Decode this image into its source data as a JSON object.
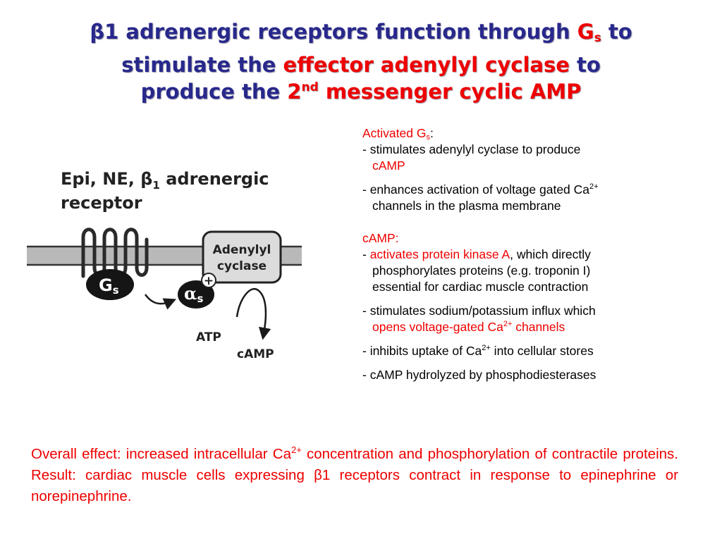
{
  "title": {
    "beta": "β",
    "part1": "1 adrenergic receptors function through ",
    "g": "G",
    "g_sub": "s",
    "part2": " to",
    "part3": "stimulate the ",
    "effector": "effector adenylyl cyclase",
    "part4": " to",
    "part5": "produce the ",
    "second": "2",
    "second_sup": "nd",
    "messenger": " messenger cyclic AMP"
  },
  "diagram": {
    "heading_line1_a": "Epi, NE, ",
    "heading_beta": "β",
    "heading_beta_sub": "1",
    "heading_line1_b": " adrenergic",
    "heading_line2": "receptor",
    "gs_label": "G",
    "gs_sub": "s",
    "alpha_label": "α",
    "alpha_sub": "s",
    "plus": "+",
    "cyclase_line1": "Adenylyl",
    "cyclase_line2": "cyclase",
    "atp": "ATP",
    "camp": "cAMP"
  },
  "notes": {
    "activated_label": "Activated G",
    "activated_sub": "s",
    "activated_colon": ":",
    "item1_a": "- stimulates adenylyl cyclase to produce",
    "item1_b": "cAMP",
    "item2_a": "- enhances activation of voltage gated Ca",
    "item2_sup": "2+",
    "item2_b": "channels in the plasma membrane",
    "camp_heading": "cAMP:",
    "item3_dash": "- ",
    "item3_red": "activates protein kinase A",
    "item3_rest": ", which directly",
    "item3_b": "phosphorylates proteins (e.g. troponin I)",
    "item3_c": "essential for cardiac muscle contraction",
    "item4_a": "- stimulates sodium/potassium influx which",
    "item4_red": "opens voltage-gated Ca",
    "item4_sup": "2+",
    "item4_red_end": " channels",
    "item5_a": "- inhibits uptake of Ca",
    "item5_sup": "2+",
    "item5_b": " into cellular stores",
    "item6": "- cAMP hydrolyzed by phosphodiesterases"
  },
  "overall": {
    "part1": "Overall effect: increased intracellular Ca",
    "sup": "2+",
    "part2": " concentration and phosphorylation of contractile proteins.  Result: cardiac muscle cells expressing ",
    "beta": "β",
    "part3": "1 receptors contract in response to epinephrine or norepinephrine."
  },
  "colors": {
    "title_blue": "#28288c",
    "accent_red": "#ee0000",
    "membrane_gray": "#b9b9b9",
    "cyclase_fill": "#dcdcdc",
    "subunit_dark": "#151515"
  }
}
